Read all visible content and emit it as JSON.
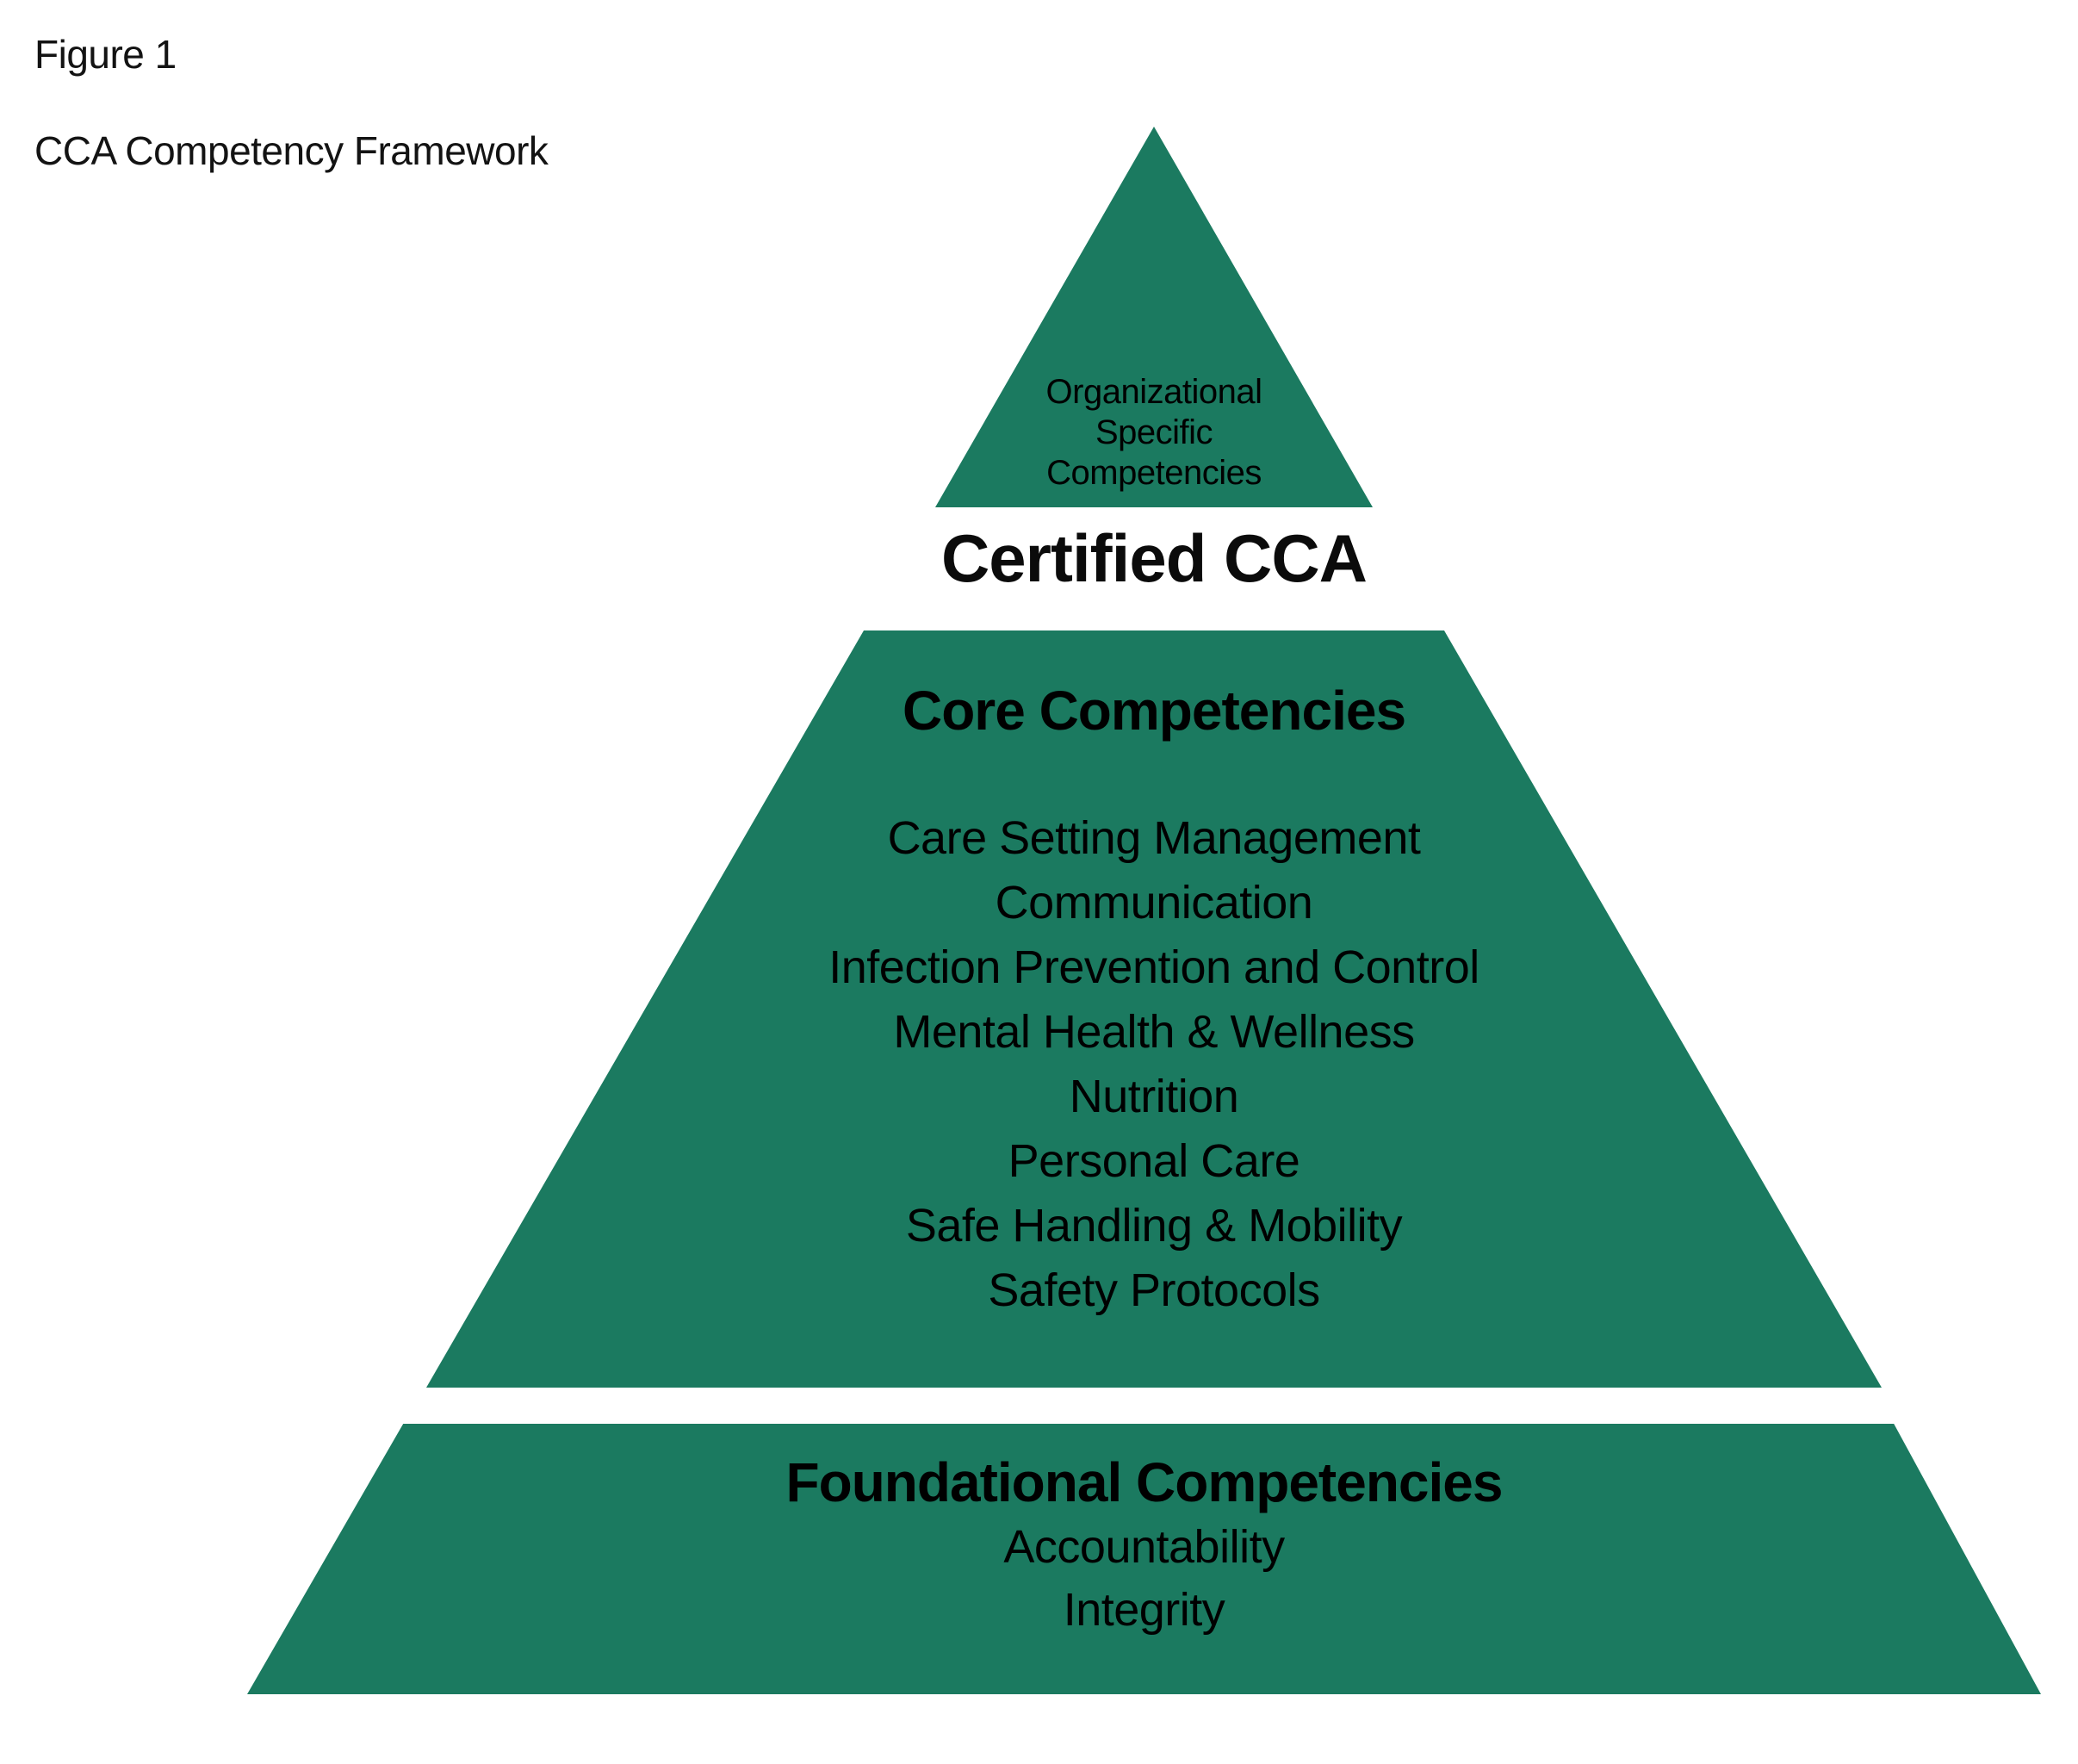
{
  "figure": {
    "label": "Figure 1",
    "title": "CCA Competency Framework"
  },
  "pyramid": {
    "fill_color": "#1B7A60",
    "text_color": "#000000",
    "top_tier": {
      "lines": [
        "Organizational",
        "Specific",
        "Competencies"
      ]
    },
    "certified_label": "Certified CCA",
    "core": {
      "title": "Core Competencies",
      "items": [
        "Care Setting Management",
        "Communication",
        "Infection Prevention and Control",
        "Mental Health & Wellness",
        "Nutrition",
        "Personal Care",
        "Safe Handling & Mobility",
        "Safety Protocols"
      ]
    },
    "foundational": {
      "title": "Foundational Competencies",
      "items": [
        "Accountability",
        "Integrity"
      ]
    }
  }
}
